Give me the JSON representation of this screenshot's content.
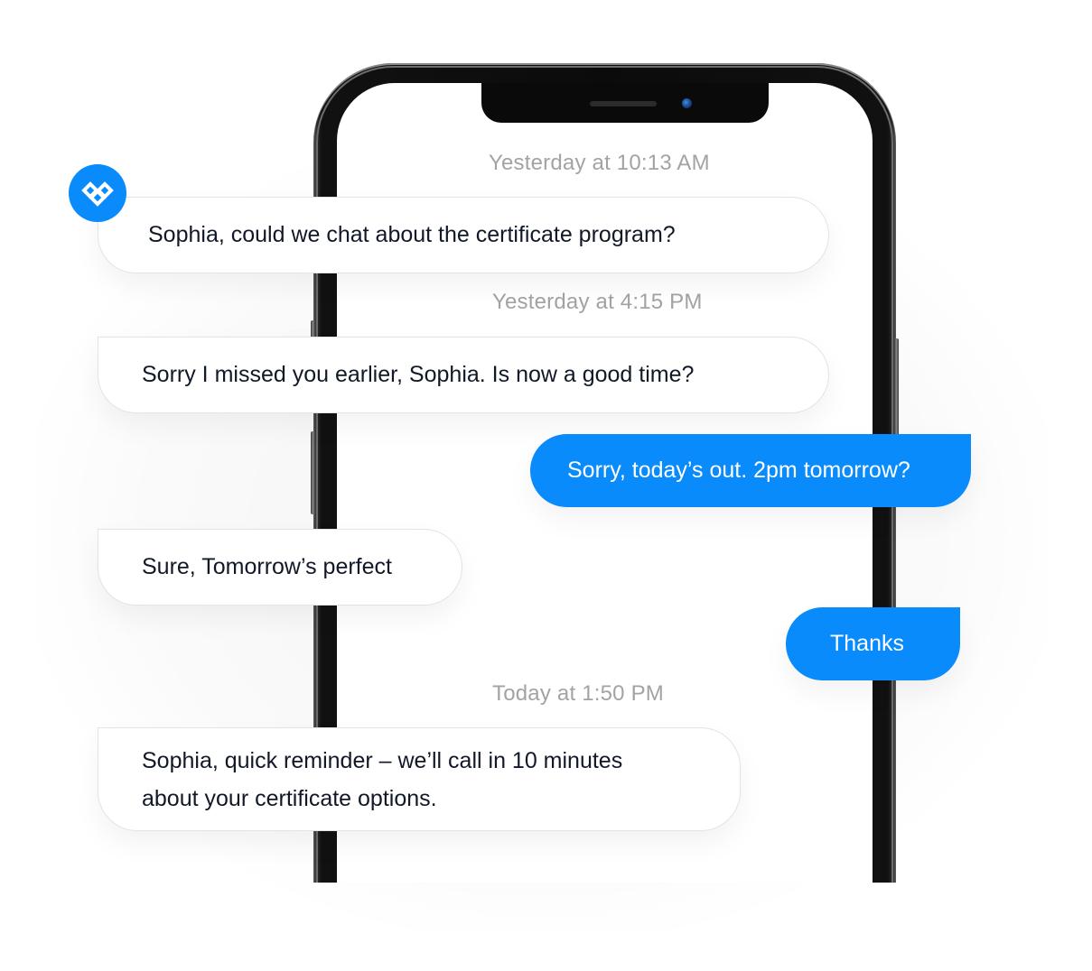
{
  "colors": {
    "accent": "#0a8bfb",
    "incoming_bg": "#ffffff",
    "incoming_text": "#111827",
    "timestamp": "#a3a3a3",
    "phone_frame": "#0b0b0b"
  },
  "sender": {
    "avatar_icon": "brand-diamond-logo-icon"
  },
  "conversation": [
    {
      "type": "timestamp",
      "text": "Yesterday at 10:13 AM"
    },
    {
      "type": "incoming",
      "text": "Sophia, could we chat about the certificate program?"
    },
    {
      "type": "timestamp",
      "text": "Yesterday at 4:15 PM"
    },
    {
      "type": "incoming",
      "text": "Sorry I missed you earlier, Sophia. Is now a good time?"
    },
    {
      "type": "outgoing",
      "text": "Sorry, today’s out. 2pm tomorrow?"
    },
    {
      "type": "incoming",
      "text": "Sure, Tomorrow’s perfect"
    },
    {
      "type": "outgoing",
      "text": "Thanks"
    },
    {
      "type": "timestamp",
      "text": "Today at 1:50 PM"
    },
    {
      "type": "incoming",
      "text": "Sophia, quick reminder – we’ll call in 10 minutes about your certificate options."
    }
  ]
}
